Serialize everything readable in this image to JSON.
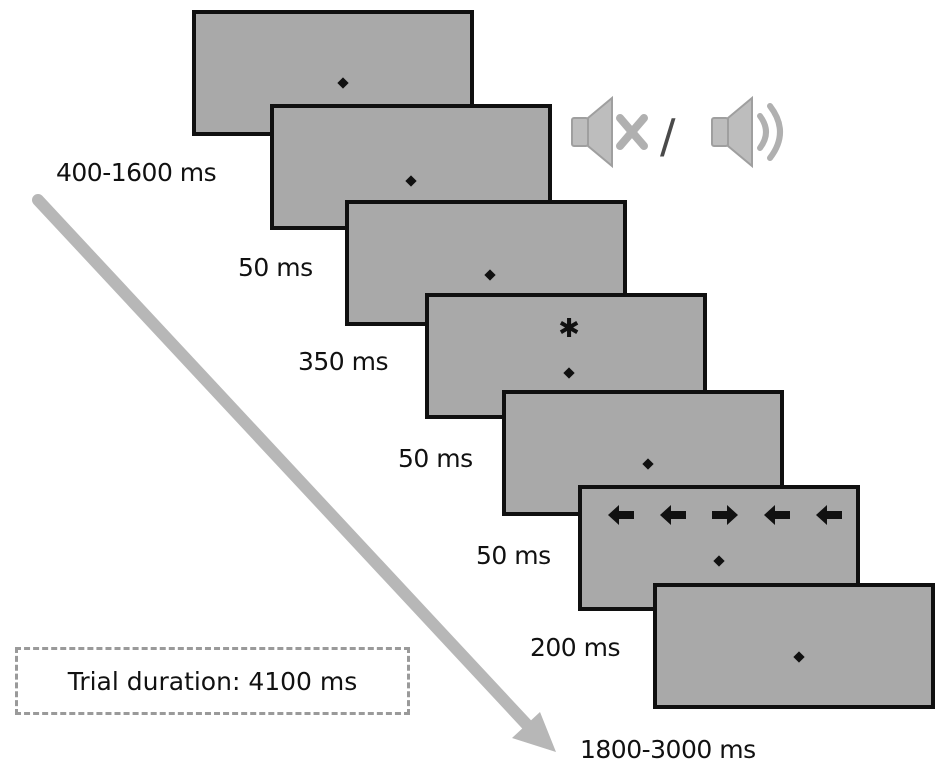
{
  "frames": [
    {
      "duration": "400-1600 ms"
    },
    {
      "duration": "50 ms"
    },
    {
      "duration": "350 ms"
    },
    {
      "duration": "50 ms"
    },
    {
      "duration": "50 ms"
    },
    {
      "duration": "200 ms"
    },
    {
      "duration": "1800-3000 ms"
    }
  ],
  "flanker_arrows": [
    "left",
    "left",
    "right",
    "left",
    "left"
  ],
  "cue_symbol": "✱",
  "sound_separator": "/",
  "trial_duration": "Trial duration: 4100 ms",
  "icons": {
    "sound_off": "speaker-muted-icon",
    "sound_on": "speaker-on-icon"
  }
}
